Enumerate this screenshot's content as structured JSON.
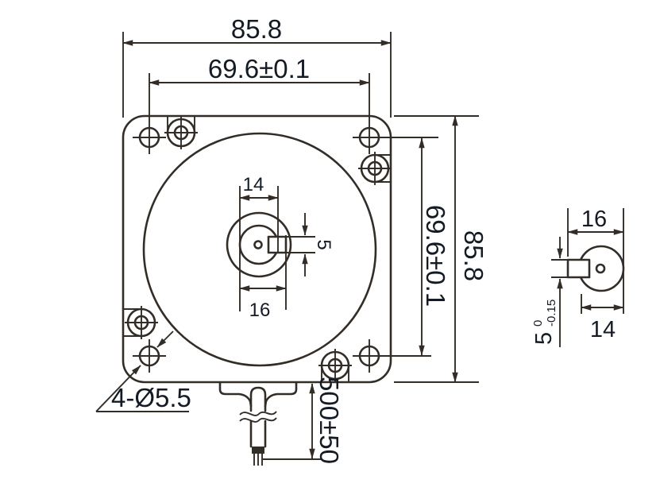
{
  "drawing": {
    "background": "#ffffff",
    "line_color": "#332d28",
    "text_color": "#151b24",
    "description": "Motor outline dimension drawing, front view with cable and shaft-end side view"
  },
  "front_view": {
    "width_label": "85.8",
    "hole_pitch_h_label": "69.6±0.1",
    "hole_pitch_v_label": "69.6±0.1",
    "height_label": "85.8",
    "boss_dia_label": "14",
    "shaft_overall_label": "16",
    "key_width_label": "5",
    "mounting_holes_label": "4-Ø5.5",
    "cable_length_label": "500±50"
  },
  "side_view": {
    "overall_label": "16",
    "dia_label": "14",
    "key_nominal_label": "5",
    "tol_upper_label": "0",
    "tol_lower_label": "-0.15"
  }
}
